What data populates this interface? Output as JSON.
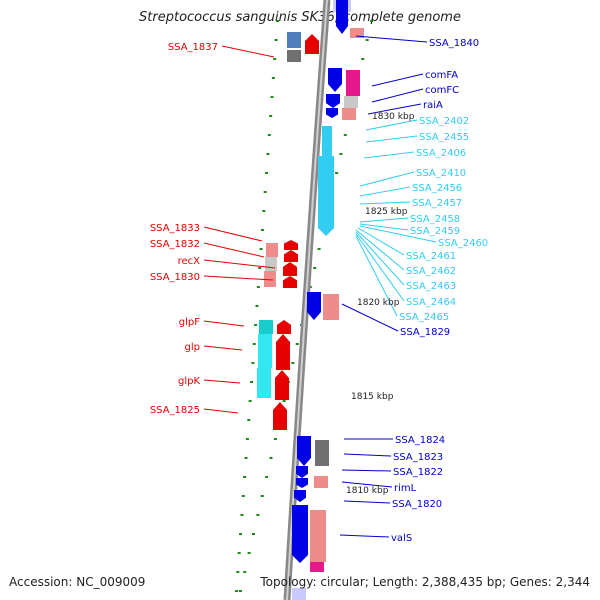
{
  "title": "Streptococcus sanguinis SK36, complete genome",
  "accession": "Accession: NC_009009",
  "topology": "Topology: circular; Length: 2,388,435 bp; Genes: 2,344",
  "colors": {
    "forward_gene": "#0000e6",
    "forward_gene_light": "#33ccf2",
    "reverse_gene": "#e60000",
    "cds_pink": "#ee8c8c",
    "cds_magenta": "#e6198c",
    "cds_gray": "#707070",
    "cds_cyan": "#19cccc",
    "backbone": "#888888",
    "tick": "#1a8c1a"
  },
  "kbp_labels": [
    "1830 kbp",
    "1825 kbp",
    "1820 kbp",
    "1815 kbp",
    "1810 kbp"
  ],
  "left_labels": [
    "SSA_1837",
    "SSA_1833",
    "SSA_1832",
    "recX",
    "SSA_1830",
    "glpF",
    "glp",
    "glpK",
    "SSA_1825"
  ],
  "right_labels": [
    "SSA_1840",
    "comFA",
    "comFC",
    "raiA",
    "SSA_2402",
    "SSA_2455",
    "SSA_2406",
    "SSA_2410",
    "SSA_2456",
    "SSA_2457",
    "SSA_2458",
    "SSA_2459",
    "SSA_2460",
    "SSA_2461",
    "SSA_2462",
    "SSA_2463",
    "SSA_2464",
    "SSA_2465",
    "SSA_1829",
    "SSA_1824",
    "SSA_1823",
    "SSA_1822",
    "rimL",
    "SSA_1820",
    "valS"
  ]
}
